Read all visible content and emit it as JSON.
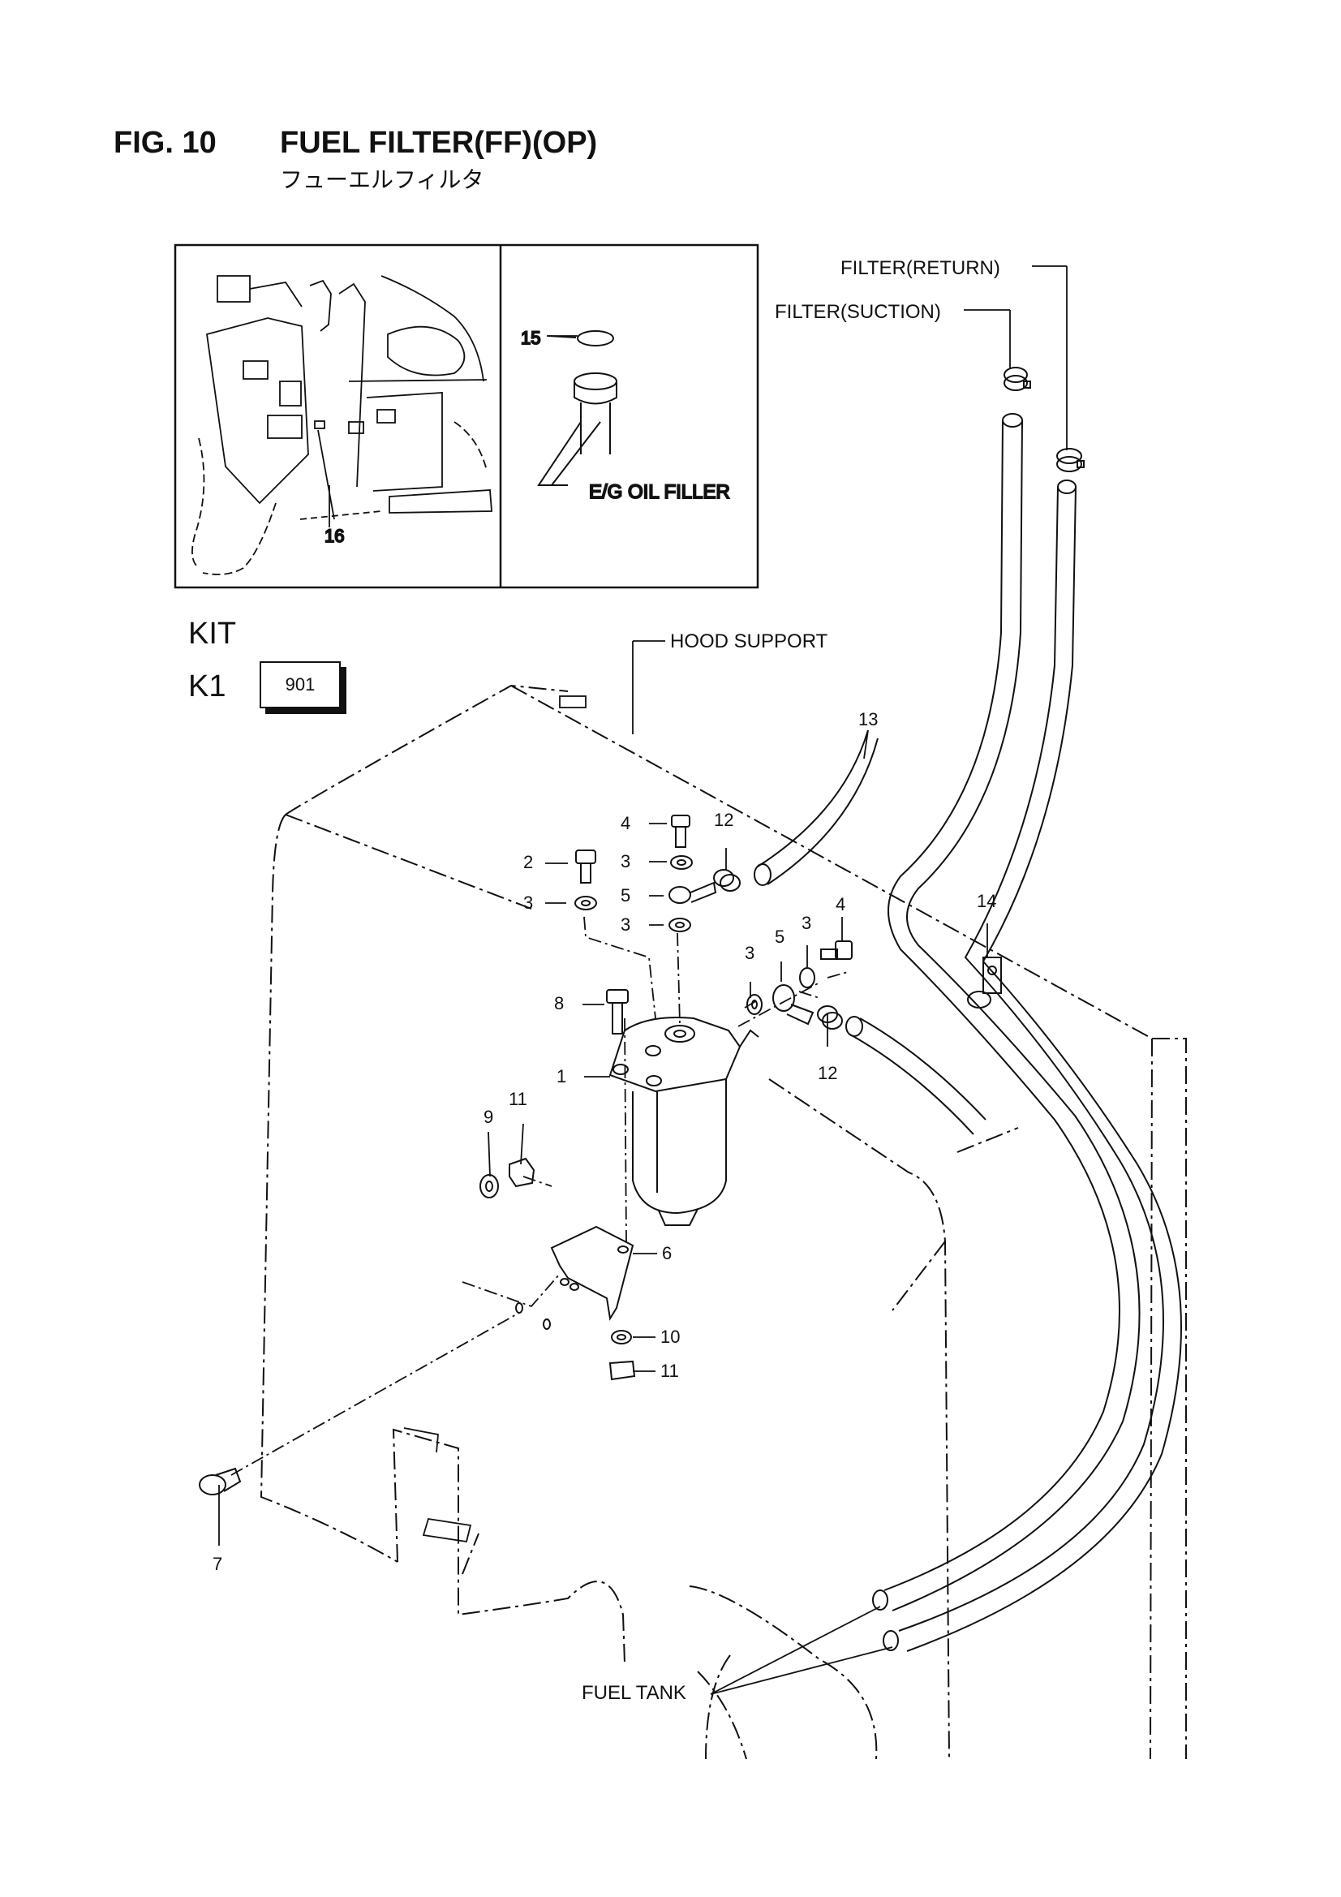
{
  "header": {
    "figure_number": "FIG. 10",
    "title": "FUEL FILTER(FF)(OP)",
    "subtitle": "フューエルフィルタ"
  },
  "kit": {
    "label": "KIT",
    "rows": [
      {
        "label": "K1",
        "code": "901"
      }
    ]
  },
  "labels": {
    "filter_return": "FILTER(RETURN)",
    "filter_suction": "FILTER(SUCTION)",
    "eg_oil_filler": "E/G OIL FILLER",
    "hood_support": "HOOD SUPPORT",
    "fuel_tank": "FUEL TANK"
  },
  "callouts": {
    "p1": "1",
    "p2": "2",
    "p3": "3",
    "p4": "4",
    "p5": "5",
    "p6": "6",
    "p7": "7",
    "p8": "8",
    "p9": "9",
    "p10": "10",
    "p11": "11",
    "p12": "12",
    "p13": "13",
    "p14": "14",
    "p15": "15",
    "p16": "16"
  }
}
